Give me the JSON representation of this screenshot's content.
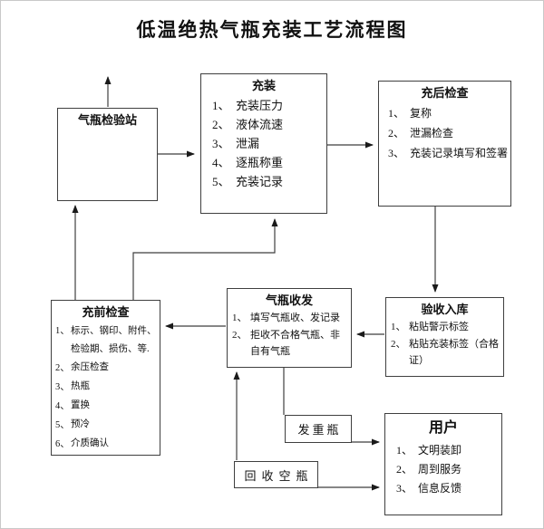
{
  "title": "低温绝热气瓶充装工艺流程图",
  "colors": {
    "line": "#3f3f3f",
    "text": "#111111",
    "background": "#ffffff"
  },
  "boxes": {
    "inspection_station": {
      "title": "气瓶检验站"
    },
    "filling": {
      "title": "充装",
      "items": [
        {
          "num": "1、",
          "text": "充装压力"
        },
        {
          "num": "2、",
          "text": "液体流速"
        },
        {
          "num": "3、",
          "text": "泄漏"
        },
        {
          "num": "4、",
          "text": "逐瓶称重"
        },
        {
          "num": "5、",
          "text": "充装记录"
        }
      ]
    },
    "post_check": {
      "title": "充后检查",
      "items": [
        {
          "num": "1、",
          "text": "复称"
        },
        {
          "num": "2、",
          "text": "泄漏检查"
        },
        {
          "num": "3、",
          "text": "充装记录填写和签署"
        }
      ]
    },
    "pre_check": {
      "title": "充前检查",
      "items": [
        {
          "num": "1、",
          "text": "标示、钢印、附件、检验期、损伤、等."
        },
        {
          "num": "2、",
          "text": "余压检查"
        },
        {
          "num": "3、",
          "text": "热瓶"
        },
        {
          "num": "4、",
          "text": "置换"
        },
        {
          "num": "5、",
          "text": "预冷"
        },
        {
          "num": "6、",
          "text": "介质确认"
        }
      ]
    },
    "receipt_dispatch": {
      "title": "气瓶收发",
      "items": [
        {
          "num": "1、",
          "text": "填写气瓶收、发记录"
        },
        {
          "num": "2、",
          "text": "拒收不合格气瓶、非自有气瓶"
        }
      ]
    },
    "acceptance": {
      "title": "验收入库",
      "items": [
        {
          "num": "1、",
          "text": "粘贴警示标签"
        },
        {
          "num": "2、",
          "text": "粘贴充装标签（合格证）"
        }
      ]
    },
    "user": {
      "title": "用户",
      "items": [
        {
          "num": "1、",
          "text": "文明装卸"
        },
        {
          "num": "2、",
          "text": "周到服务"
        },
        {
          "num": "3、",
          "text": "信息反馈"
        }
      ]
    },
    "dispatch_full": {
      "title": "发重瓶"
    },
    "recycle_empty": {
      "title": "回收空瓶"
    }
  },
  "flows": [
    {
      "from": "充前检查",
      "to": "气瓶检验站"
    },
    {
      "from": "气瓶检验站",
      "to": "↑"
    },
    {
      "from": "气瓶检验站",
      "to": "充装"
    },
    {
      "from": "充前检查",
      "to": "充装"
    },
    {
      "from": "充装",
      "to": "充后检查"
    },
    {
      "from": "充后检查",
      "to": "验收入库"
    },
    {
      "from": "验收入库",
      "to": "气瓶收发"
    },
    {
      "from": "气瓶收发",
      "to": "充前检查"
    },
    {
      "from": "气瓶收发",
      "to": "发重瓶"
    },
    {
      "from": "发重瓶",
      "to": "用户"
    },
    {
      "from": "回收空瓶",
      "to": "用户"
    },
    {
      "from": "回收空瓶",
      "to": "气瓶收发"
    }
  ]
}
